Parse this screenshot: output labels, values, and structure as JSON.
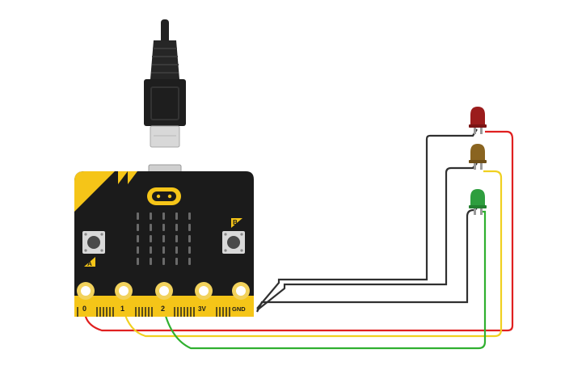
{
  "board": {
    "name": "micro:bit",
    "pins": [
      "0",
      "1",
      "2",
      "3V",
      "GND"
    ],
    "buttons": [
      "A",
      "B"
    ],
    "colors": {
      "body": "#1b1b1b",
      "accent": "#f5c518",
      "pad": "#f2d25c",
      "led_off": "#6a6a6a",
      "button_cap": "#4a4a4a",
      "button_base": "#d9d9d9"
    }
  },
  "usb_cable": {
    "icon": "usb-micro-cable",
    "color": "#222222"
  },
  "leds": [
    {
      "color_name": "red",
      "color": "#9b1c1c"
    },
    {
      "color_name": "yellow",
      "color": "#8a6420"
    },
    {
      "color_name": "green",
      "color": "#2e9e3e"
    }
  ],
  "wires": [
    {
      "from": "pin-0",
      "to": "red-led",
      "color": "#e02020"
    },
    {
      "from": "pin-1",
      "to": "yellow-led",
      "color": "#f0d020"
    },
    {
      "from": "pin-2",
      "to": "green-led",
      "color": "#30b030"
    },
    {
      "from": "GND",
      "to": "led-cathodes",
      "color": "#303030"
    }
  ]
}
